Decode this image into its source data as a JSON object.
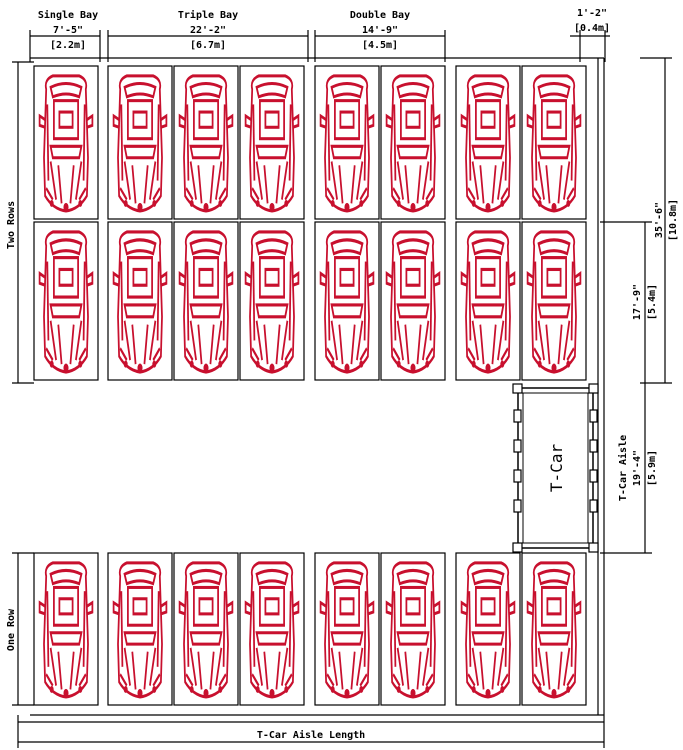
{
  "header": {
    "single_bay": {
      "name": "Single Bay",
      "imperial": "7'-5\"",
      "metric": "[2.2m]"
    },
    "triple_bay": {
      "name": "Triple Bay",
      "imperial": "22'-2\"",
      "metric": "[6.7m]"
    },
    "double_bay": {
      "name": "Double Bay",
      "imperial": "14'-9\"",
      "metric": "[4.5m]"
    },
    "gap": {
      "imperial": "1'-2\"",
      "metric": "[0.4m]"
    }
  },
  "side": {
    "two_rows": "Two Rows",
    "one_row": "One Row"
  },
  "right": {
    "total": {
      "imperial": "35'-6\"",
      "metric": "[10.8m]"
    },
    "stall": {
      "imperial": "17'-9\"",
      "metric": "[5.4m]"
    },
    "aisle": {
      "name": "T-Car Aisle",
      "imperial": "19'-4\"",
      "metric": "[5.9m]"
    }
  },
  "tcar_label": "T-Car",
  "bottom_label": "T-Car Aisle Length",
  "colors": {
    "car": "#c8102e",
    "lines": "#000000"
  }
}
